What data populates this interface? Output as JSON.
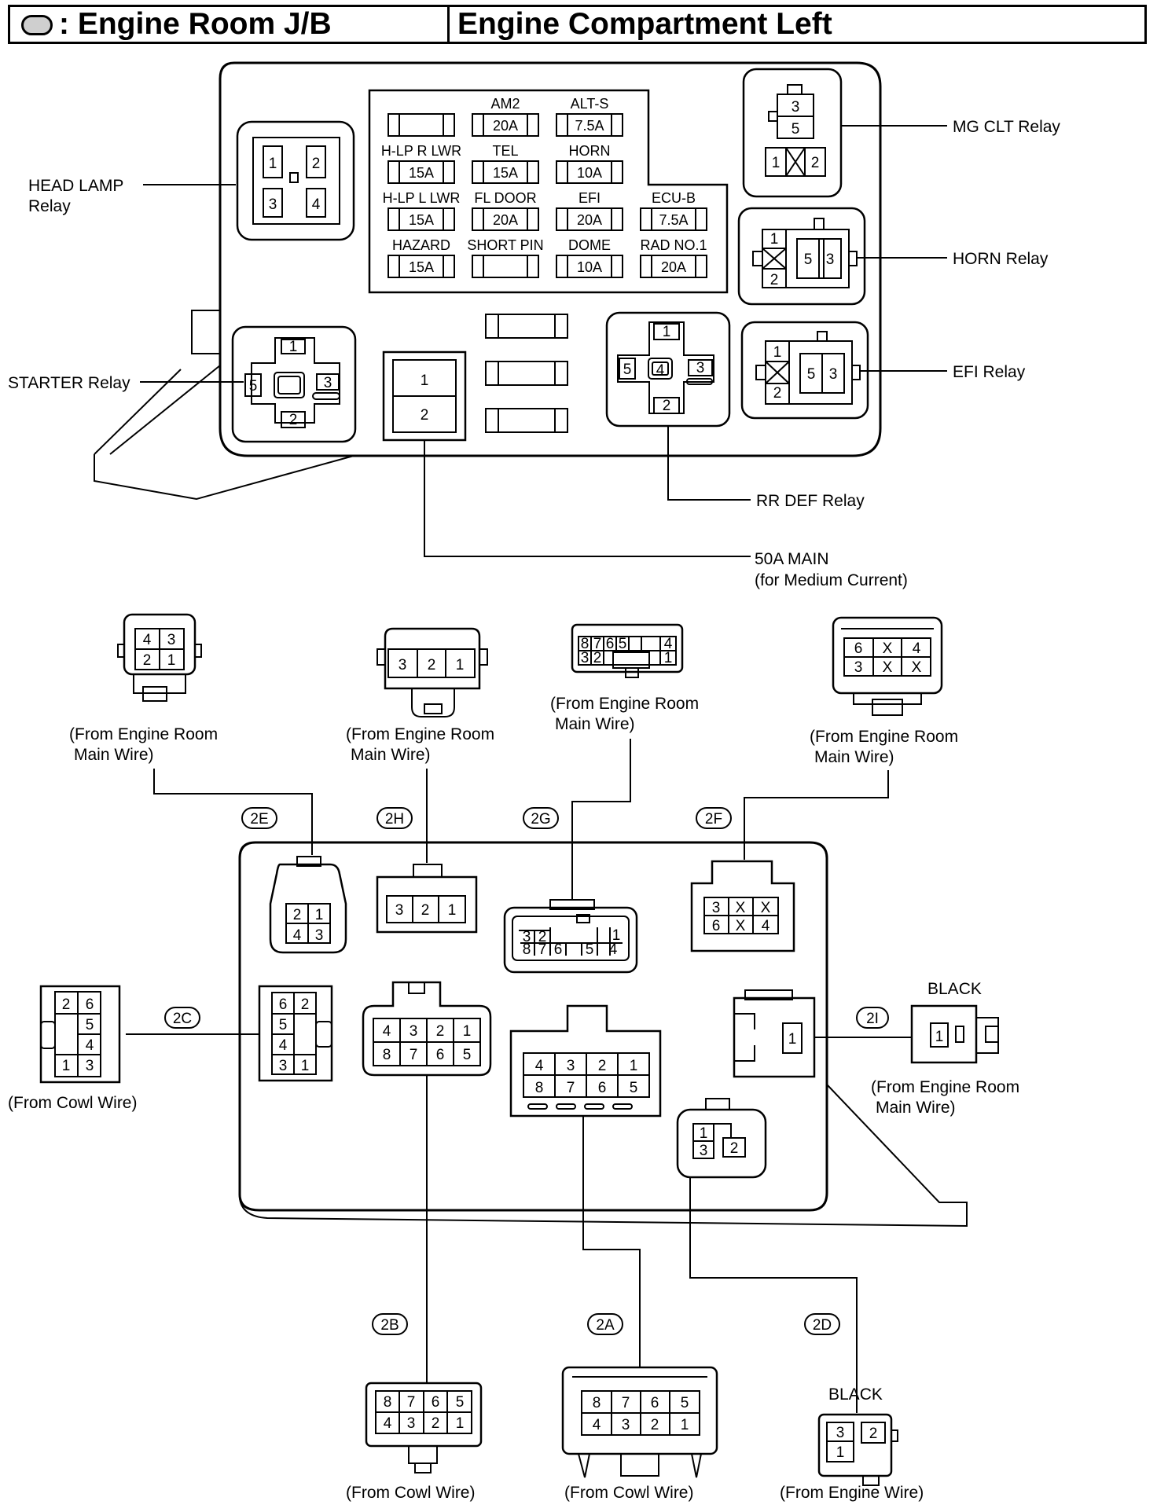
{
  "header": {
    "legend_symbol_text": ": Engine Room J/B",
    "location": "Engine Compartment Left"
  },
  "relays": {
    "head_lamp": [
      "HEAD LAMP",
      "Relay"
    ],
    "starter": "STARTER Relay",
    "mg_clt": "MG CLT Relay",
    "horn": "HORN Relay",
    "efi": "EFI Relay",
    "rr_def": "RR DEF Relay",
    "main_50a": [
      "50A MAIN",
      "(for Medium Current)"
    ]
  },
  "fuses": [
    {
      "name": "",
      "rating": ""
    },
    {
      "name": "AM2",
      "rating": "20A"
    },
    {
      "name": "ALT-S",
      "rating": "7.5A"
    },
    {
      "name": "H-LP R LWR",
      "rating": "15A"
    },
    {
      "name": "TEL",
      "rating": "15A"
    },
    {
      "name": "HORN",
      "rating": "10A"
    },
    {
      "name": "H-LP L LWR",
      "rating": "15A"
    },
    {
      "name": "FL DOOR",
      "rating": "20A"
    },
    {
      "name": "EFI",
      "rating": "20A"
    },
    {
      "name": "ECU-B",
      "rating": "7.5A"
    },
    {
      "name": "HAZARD",
      "rating": "15A"
    },
    {
      "name": "SHORT PIN",
      "rating": ""
    },
    {
      "name": "DOME",
      "rating": "10A"
    },
    {
      "name": "RAD NO.1",
      "rating": "20A"
    }
  ],
  "connectors": {
    "2A": {
      "code": "2A",
      "source": "(From Cowl Wire)",
      "pins_top": [
        "8",
        "7",
        "6",
        "5"
      ],
      "pins_bottom": [
        "4",
        "3",
        "2",
        "1"
      ]
    },
    "2B": {
      "code": "2B",
      "source": "(From Cowl Wire)",
      "pins_top": [
        "8",
        "7",
        "6",
        "5"
      ],
      "pins_bottom": [
        "4",
        "3",
        "2",
        "1"
      ]
    },
    "2C": {
      "code": "2C",
      "source": "(From Cowl Wire)",
      "pins": [
        "2",
        "6",
        "5",
        "4",
        "1",
        "3"
      ]
    },
    "2D": {
      "code": "2D",
      "source": "(From Engine Wire)",
      "color": "BLACK",
      "pins": [
        "3",
        "2",
        "1"
      ]
    },
    "2E": {
      "code": "2E",
      "source": [
        "(From Engine Room",
        "Main Wire)"
      ],
      "pins": [
        "4",
        "3",
        "2",
        "1"
      ]
    },
    "2F": {
      "code": "2F",
      "source": [
        "(From Engine Room",
        "Main Wire)"
      ],
      "pins": [
        "6",
        "X",
        "4",
        "3",
        "X",
        "X"
      ]
    },
    "2G": {
      "code": "2G",
      "source": [
        "(From Engine Room",
        "Main Wire)"
      ],
      "pins": [
        "8",
        "7",
        "6",
        "5",
        "4",
        "3",
        "2",
        "1"
      ]
    },
    "2H": {
      "code": "2H",
      "source": [
        "(From Engine Room",
        "Main Wire)"
      ],
      "pins": [
        "3",
        "2",
        "1"
      ]
    },
    "2I": {
      "code": "2I",
      "source": [
        "(From Engine Room",
        "Main Wire)"
      ],
      "color": "BLACK",
      "pins": [
        "1"
      ]
    }
  },
  "colors": {
    "line": "#000000",
    "background": "#ffffff",
    "legend_fill": "#cfcfcf"
  }
}
